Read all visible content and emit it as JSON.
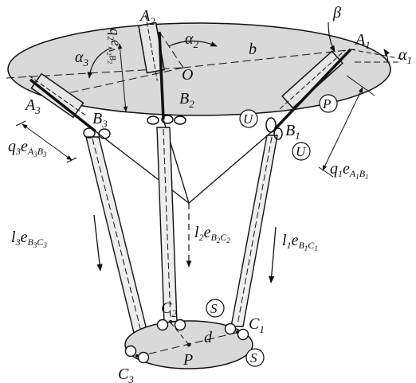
{
  "figure": {
    "points": {
      "A1": {
        "base": "A",
        "sub": "1"
      },
      "A2": {
        "base": "A",
        "sub": "2"
      },
      "A3": {
        "base": "A",
        "sub": "3"
      },
      "B1": {
        "base": "B",
        "sub": "1"
      },
      "B2": {
        "base": "B",
        "sub": "2"
      },
      "B3": {
        "base": "B",
        "sub": "3"
      },
      "C1": {
        "base": "C",
        "sub": "1"
      },
      "C2": {
        "base": "C",
        "sub": "2"
      },
      "C3": {
        "base": "C",
        "sub": "3"
      },
      "O": "O",
      "P": "P"
    },
    "symbols": {
      "alpha1": {
        "base": "α",
        "sub": "1"
      },
      "alpha2": {
        "base": "α",
        "sub": "2"
      },
      "alpha3": {
        "base": "α",
        "sub": "3"
      },
      "beta": "β",
      "b": "b",
      "d": "d"
    },
    "vectors": {
      "q1": {
        "coef": "q",
        "coef_sub": "1",
        "unit": "e",
        "unit_sub": "A",
        "unit_sub2": "1",
        "unit_sub3": "B",
        "unit_sub4": "1"
      },
      "q2": {
        "coef": "q",
        "coef_sub": "2",
        "unit": "e",
        "unit_sub": "A",
        "unit_sub2": "2",
        "unit_sub3": "B",
        "unit_sub4": "2"
      },
      "q3": {
        "coef": "q",
        "coef_sub": "3",
        "unit": "e",
        "unit_sub": "A",
        "unit_sub2": "3",
        "unit_sub3": "B",
        "unit_sub4": "3"
      },
      "l1": {
        "coef": "l",
        "coef_sub": "1",
        "unit": "e",
        "unit_sub": "B",
        "unit_sub2": "1",
        "unit_sub3": "C",
        "unit_sub4": "1"
      },
      "l2": {
        "coef": "l",
        "coef_sub": "2",
        "unit": "e",
        "unit_sub": "B",
        "unit_sub2": "2",
        "unit_sub3": "C",
        "unit_sub4": "2"
      },
      "l3": {
        "coef": "l",
        "coef_sub": "3",
        "unit": "e",
        "unit_sub": "B",
        "unit_sub2": "3",
        "unit_sub3": "C",
        "unit_sub4": "3"
      }
    },
    "joints": {
      "P": "P",
      "U": "U",
      "S": "S"
    },
    "colors": {
      "fill": "#d9d9d9",
      "line": "#111111"
    }
  }
}
